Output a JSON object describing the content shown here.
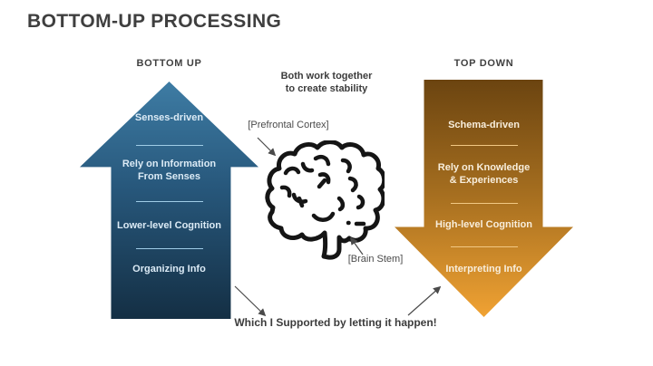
{
  "slide": {
    "title": "BOTTOM-UP PROCESSING",
    "footer_note": "Which I Supported by letting it happen!"
  },
  "bottom_up": {
    "heading": "BOTTOM UP",
    "arrow_direction": "up",
    "items": {
      "item1": "Senses-driven",
      "item2_line1": "Rely on Information",
      "item2_line2": "From Senses",
      "item3": "Lower-level Cognition",
      "item4": "Organizing Info"
    }
  },
  "top_down": {
    "heading": "TOP DOWN",
    "arrow_direction": "down",
    "items": {
      "item1": "Schema-driven",
      "item2_line1": "Rely on Knowledge",
      "item2_line2": "& Experiences",
      "item3": "High-level Cognition",
      "item4": "Interpreting Info"
    }
  },
  "center": {
    "caption_line1": "Both work together",
    "caption_line2": "to create stability",
    "prefrontal_label": "[Prefrontal Cortex]",
    "brainstem_label": "[Brain Stem]",
    "icon": "brain-outline-icon"
  },
  "colors": {
    "blue_gradient_top": "#3E7CA4",
    "blue_gradient_bottom": "#142F44",
    "orange_gradient_top": "#6B4410",
    "orange_gradient_bottom": "#F0A233",
    "title_text": "#3F3F3F",
    "heading_text": "#404040",
    "arrow_text_blue": "#DCEBF6",
    "arrow_text_orange": "#F8EEDC",
    "divider_blue": "#9FCCE6",
    "divider_orange": "#F2C883",
    "connector": "#4A4A4A",
    "brain_stroke": "#151515"
  }
}
